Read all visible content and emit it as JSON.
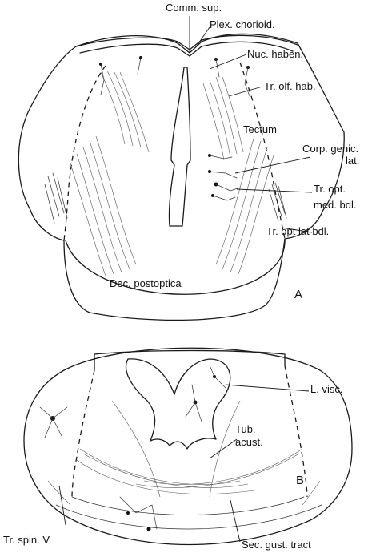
{
  "figure_a": {
    "plate_letter": "A",
    "labels": {
      "comm_sup": "Comm. sup.",
      "plex_chorioid": "Plex. chorioid.",
      "nuc_haben": "Nuc. haben.",
      "tr_olf_hab": "Tr. olf. hab.",
      "tectum": "Tectum",
      "corp_genic_1": "Corp. genic.",
      "corp_genic_2": "lat.",
      "tr_opt_med_1": "Tr. opt.",
      "tr_opt_med_2": "med. bdl.",
      "tr_opt_lat": "Tr. opt lat bdl.",
      "dec_postoptica": "Dec. postoptica"
    }
  },
  "figure_b": {
    "plate_letter": "B",
    "labels": {
      "l_visc": "L. visc.",
      "tub_acust_1": "Tub.",
      "tub_acust_2": "acust.",
      "tr_spin_v": "Tr. spin. V",
      "sec_gust_tract": "Sec. gust. tract"
    }
  }
}
